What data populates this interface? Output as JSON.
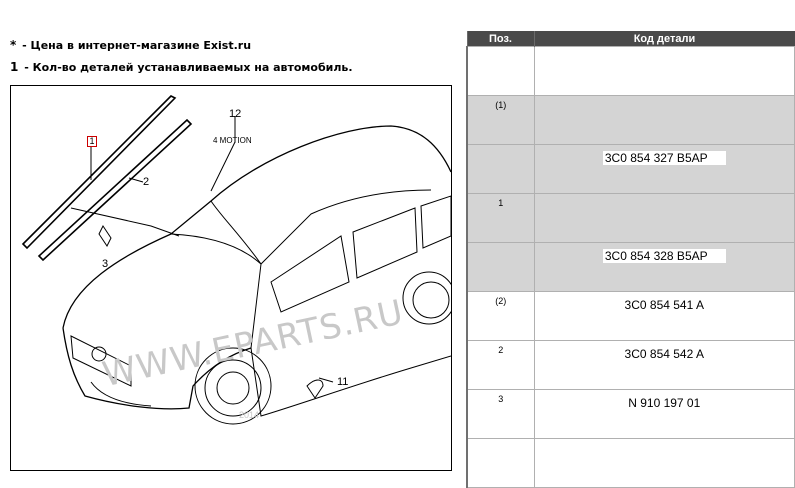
{
  "notes": {
    "price_mark": "*",
    "price_text": "- Цена в интернет-магазине Exist.ru",
    "qty_mark": "1",
    "qty_text": "- Кол-во деталей устанавливаемых на автомобиль."
  },
  "diagram": {
    "callouts": {
      "c1": "1",
      "c2": "2",
      "c3": "3",
      "c11": "11",
      "c12": "12",
      "c12_sub": "4 MOTION"
    },
    "watermark": "WWW.EPARTS.RU",
    "watermark_year": "2014"
  },
  "table": {
    "headers": [
      "Поз.",
      "Код детали"
    ],
    "rows": [
      {
        "pos": "",
        "code": "",
        "gray": false
      },
      {
        "pos": "(1)",
        "code": "",
        "gray": true
      },
      {
        "pos": "",
        "code": "3C0 854 327 B5AP",
        "gray": true,
        "highlight": true
      },
      {
        "pos": "1",
        "code": "",
        "gray": true
      },
      {
        "pos": "",
        "code": "3C0 854 328 B5AP",
        "gray": true,
        "highlight": true
      },
      {
        "pos": "(2)",
        "code": "3C0 854 541 A",
        "gray": false
      },
      {
        "pos": "2",
        "code": "3C0 854 542 A",
        "gray": false
      },
      {
        "pos": "3",
        "code": "N 910 197 01",
        "gray": false
      },
      {
        "pos": "",
        "code": "",
        "gray": false
      }
    ]
  },
  "colors": {
    "header_bg": "#4a4a4a",
    "row_gray": "#d4d4d4",
    "callout_box": "#cc0000",
    "watermark": "#c8c8c8"
  }
}
